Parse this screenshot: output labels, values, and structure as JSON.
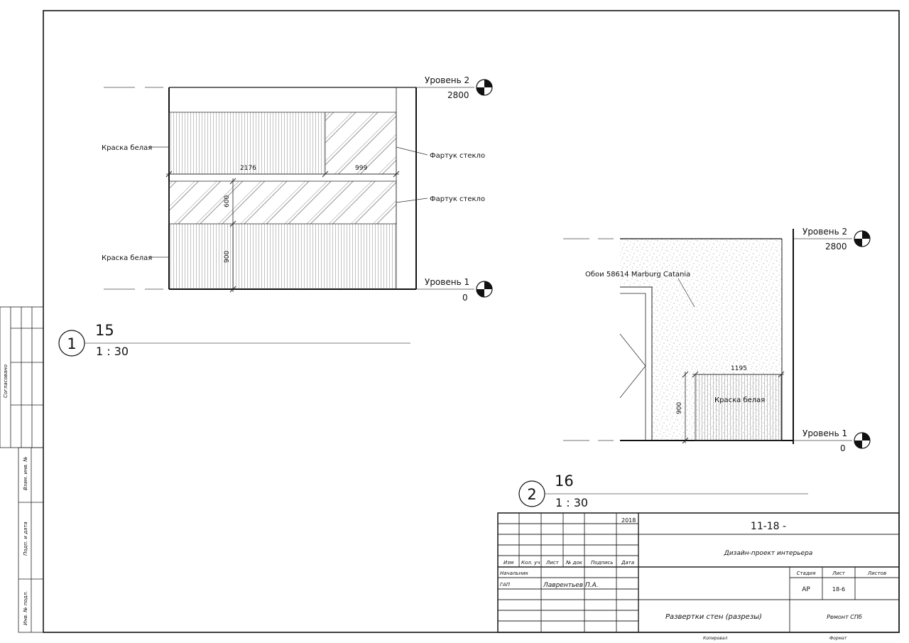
{
  "drawing1": {
    "levels": [
      {
        "name": "Уровень 2",
        "value": "2800"
      },
      {
        "name": "Уровень 1",
        "value": "0"
      }
    ],
    "labels": {
      "paint_top": "Краска белая",
      "apron_top": "Фартук стекло",
      "apron_middle": "Фартук стекло",
      "paint_bottom": "Краска белая"
    },
    "dimensions": {
      "width_left": "2176",
      "width_right": "999",
      "height_apron": "600",
      "height_bottom": "900"
    },
    "callout": {
      "number": "1",
      "sheet": "15",
      "scale": "1 : 30"
    }
  },
  "drawing2": {
    "levels": [
      {
        "name": "Уровень 2",
        "value": "2800"
      },
      {
        "name": "Уровень 1",
        "value": "0"
      }
    ],
    "labels": {
      "wallpaper": "Обои 58614 Marburg Catania",
      "paint": "Краска белая"
    },
    "dimensions": {
      "width": "1195",
      "height": "900"
    },
    "callout": {
      "number": "2",
      "sheet": "16",
      "scale": "1 : 30"
    }
  },
  "side_stamp": {
    "agreed": "Согласовано",
    "inv_replace": "Взам. инв. №",
    "sign_date": "Подп. и дата",
    "inv_orig": "Инв. № подл."
  },
  "title_block": {
    "year": "2018",
    "code": "11-18 -",
    "project": "Дизайн-проект интерьера",
    "headers": {
      "izm": "Изм",
      "kol": "Кол. уч",
      "list": "Лист",
      "ndoc": "№ док",
      "sign": "Подпись",
      "date": "Дата"
    },
    "roles": {
      "head": "Начальник",
      "gap": "ГАП",
      "author": "Лаврентьев П.А."
    },
    "stage_hdr": "Стадия",
    "sheet_hdr": "Лист",
    "sheets_hdr": "Листов",
    "stage": "АР",
    "sheet": "18-6",
    "sheets": "",
    "drawing_name": "Развертки стен (разрезы)",
    "organization": "Ремонт СПб",
    "copied": "Копировал",
    "format": "Формат"
  }
}
